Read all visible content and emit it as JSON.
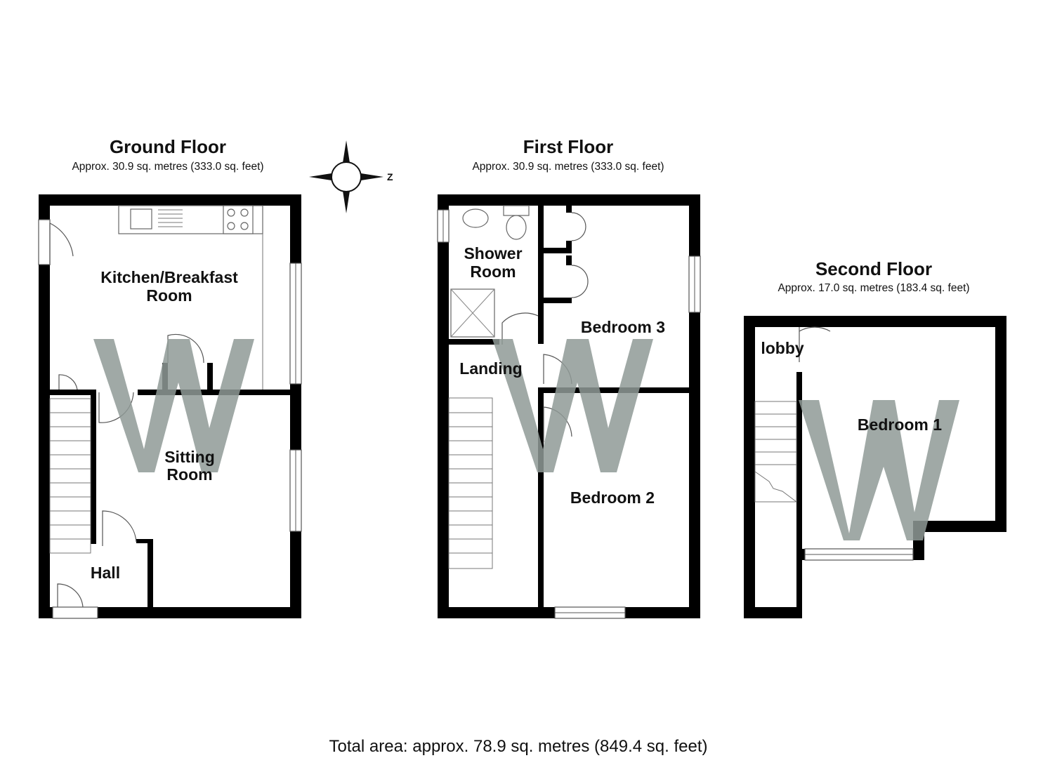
{
  "plan": {
    "ground_floor": {
      "title": "Ground Floor",
      "area": "Approx. 30.9 sq. metres (333.0 sq. feet)",
      "rooms": {
        "kitchen_line1": "Kitchen/Breakfast",
        "kitchen_line2": "Room",
        "sitting_line1": "Sitting",
        "sitting_line2": "Room",
        "hall": "Hall"
      }
    },
    "first_floor": {
      "title": "First Floor",
      "area": "Approx. 30.9 sq. metres (333.0 sq. feet)",
      "rooms": {
        "shower_line1": "Shower",
        "shower_line2": "Room",
        "landing": "Landing",
        "bedroom3": "Bedroom 3",
        "bedroom2": "Bedroom 2"
      }
    },
    "second_floor": {
      "title": "Second Floor",
      "area": "Approx. 17.0 sq. metres (183.4 sq. feet)",
      "rooms": {
        "lobby": "lobby",
        "bedroom1": "Bedroom 1"
      }
    },
    "compass": {
      "label": "Z",
      "icon": "compass-rose-icon"
    },
    "total_area": "Total area: approx. 78.9 sq. metres (849.4 sq. feet)",
    "watermark": {
      "icon": "w-logo-watermark",
      "color": "#8f9a96"
    }
  }
}
